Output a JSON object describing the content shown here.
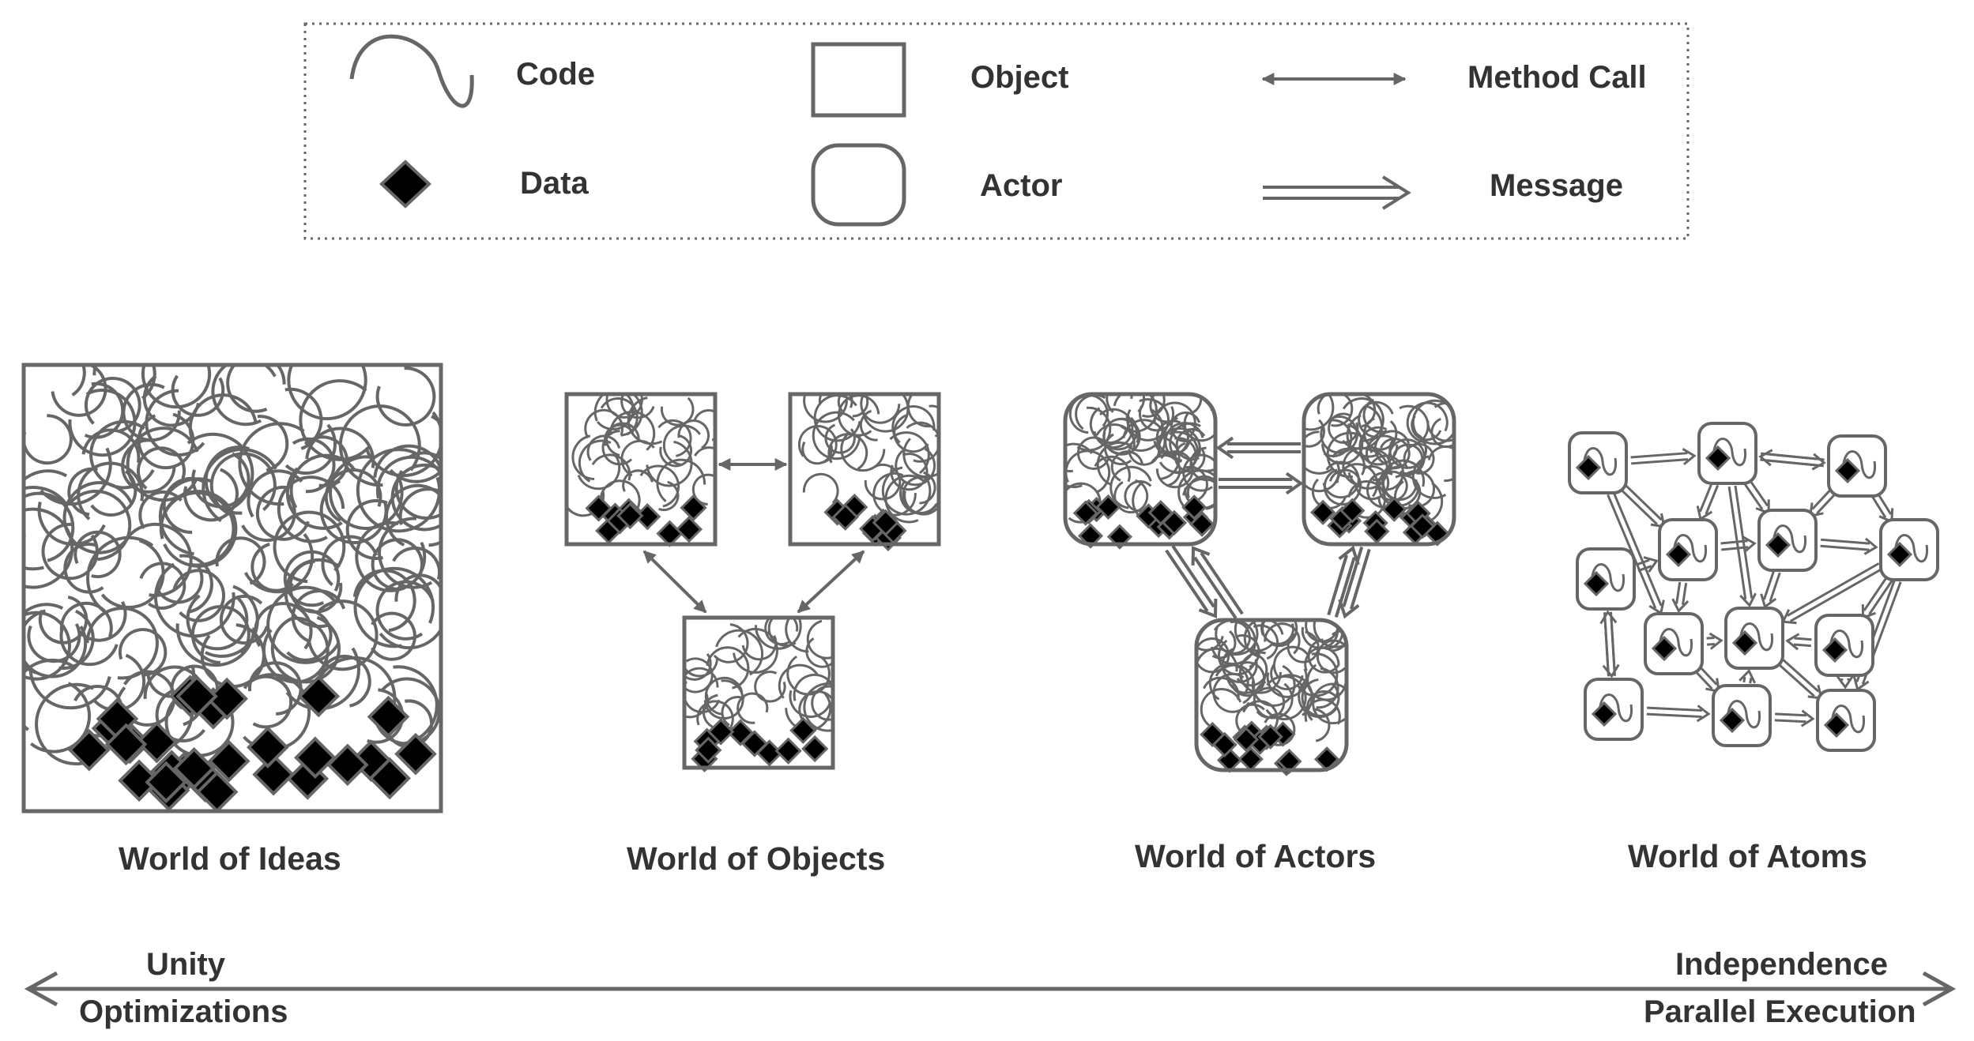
{
  "legend": {
    "code": "Code",
    "data": "Data",
    "object": "Object",
    "actor": "Actor",
    "method_call": "Method Call",
    "message": "Message"
  },
  "worlds": {
    "ideas": "World of Ideas",
    "objects": "World of Objects",
    "actors": "World of Actors",
    "atoms": "World of Atoms"
  },
  "axis": {
    "left_top": "Unity",
    "left_bottom": "Optimizations",
    "right_top": "Independence",
    "right_bottom": "Parallel Execution"
  },
  "colors": {
    "stroke": "#666666",
    "data_fill": "#000000",
    "text": "#333333"
  }
}
